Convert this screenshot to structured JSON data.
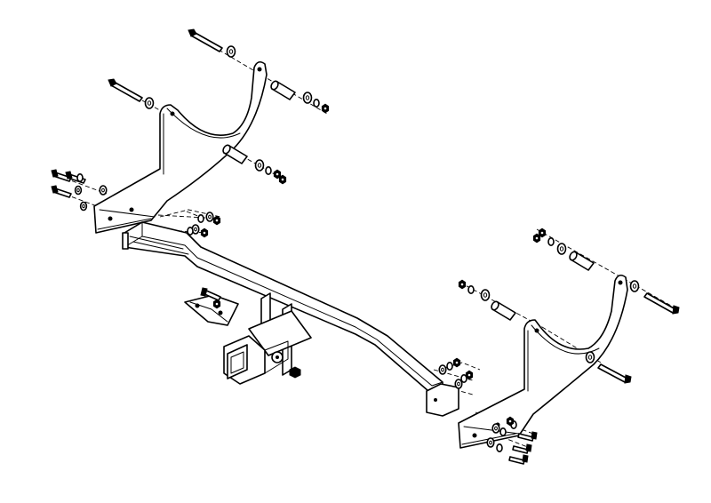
{
  "diagram": {
    "type": "exploded-assembly",
    "subject": "tow-hitch-receiver",
    "parts": {
      "crossbar": 1,
      "side_brackets": 2,
      "receiver_tube": 1,
      "safety_chain_plate": 1,
      "long_bolts": 4,
      "spacer_tubes": 4,
      "short_bolts": 6,
      "flat_washers": 14,
      "lock_washers": 14,
      "hex_nuts": 14
    },
    "colors": {
      "line": "#000000",
      "background": "#ffffff"
    }
  }
}
